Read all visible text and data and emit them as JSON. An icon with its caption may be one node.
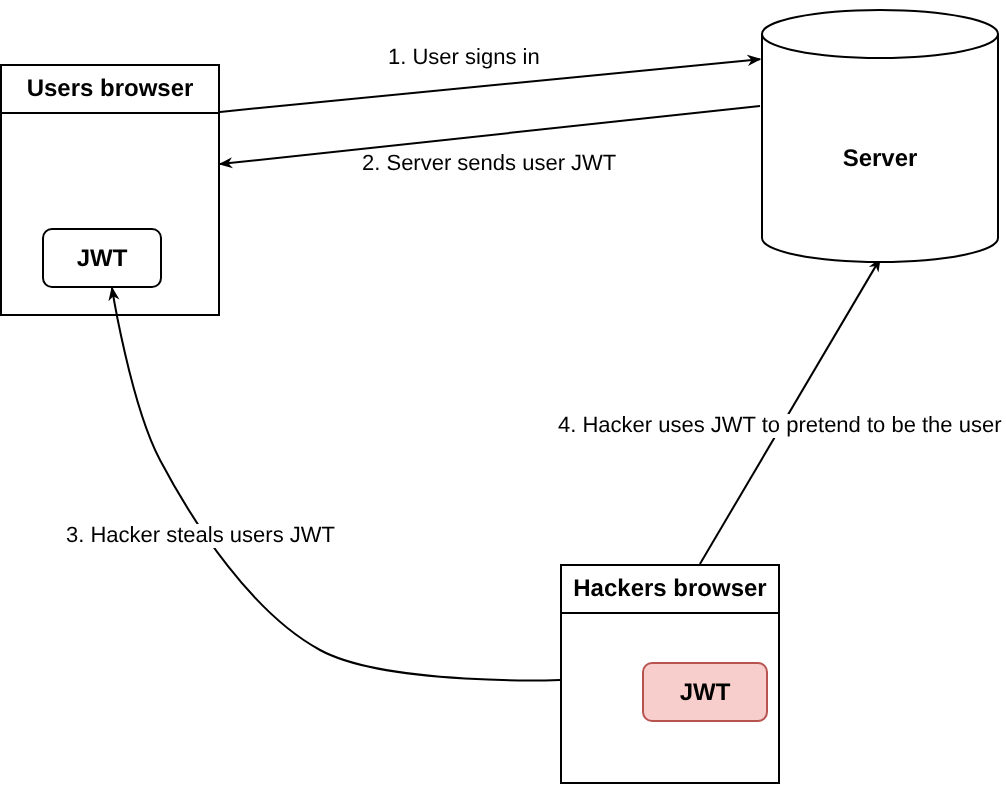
{
  "diagram": {
    "nodes": [
      {
        "text": [
          "Users browser"
        ]
      },
      {
        "text": [
          "JWT"
        ],
        "in": 0
      },
      {
        "text": [
          "Server"
        ]
      },
      {
        "text": [
          "Hackers browser"
        ]
      },
      {
        "text": [
          "JWT"
        ],
        "in": 3
      }
    ],
    "edges": [
      {
        "from": 0,
        "to": 2,
        "arrow": "to",
        "label": "1. User signs in"
      },
      {
        "from": 2,
        "to": 0,
        "arrow": "to",
        "label": "2. Server sends user JWT"
      },
      {
        "from": 3,
        "to": 1,
        "arrow": "to",
        "label": "3. Hacker steals users JWT"
      },
      {
        "from": 3,
        "to": 2,
        "arrow": "to",
        "label": "4. Hacker uses JWT to pretend to be the user"
      }
    ]
  }
}
